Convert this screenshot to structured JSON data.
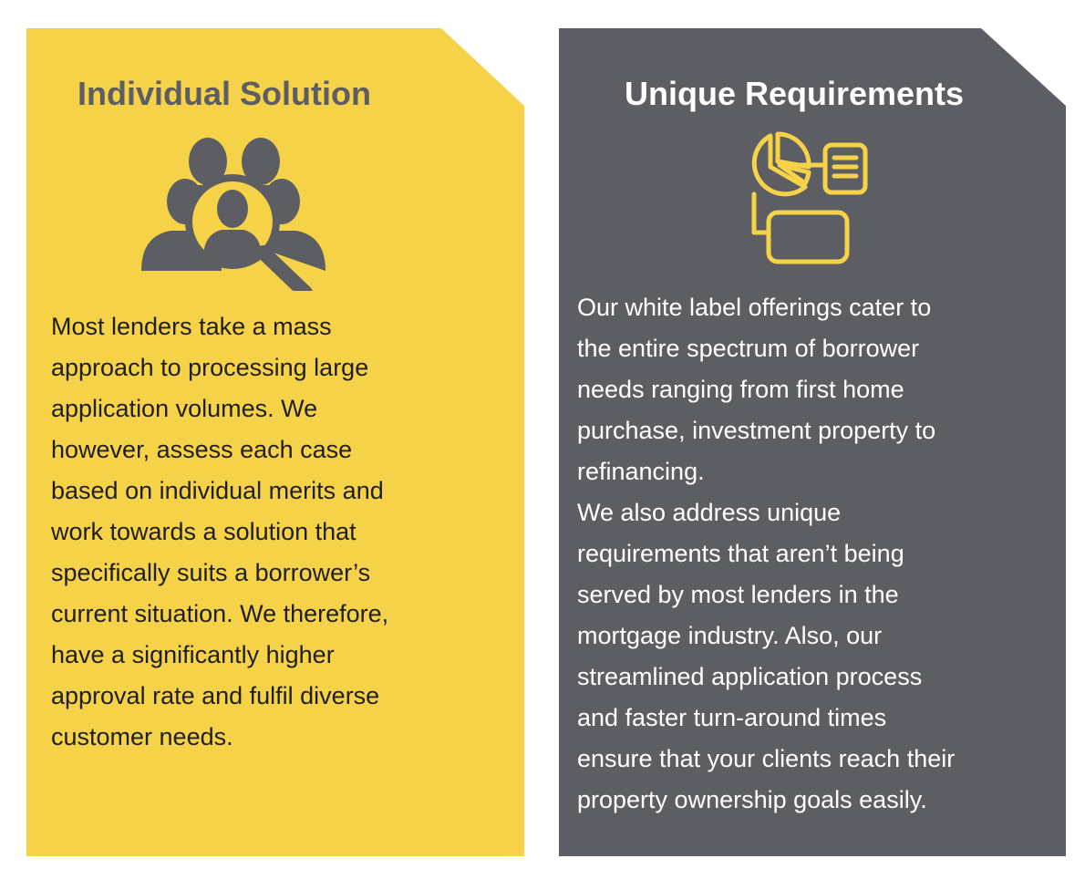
{
  "colors": {
    "yellow_panel": "#f6d248",
    "gray_panel": "#5c5e63",
    "icon_gray": "#5c5e63",
    "icon_yellow": "#f6d248"
  },
  "individual": {
    "title": "Individual Solution",
    "icon": "people-magnifier-icon",
    "lines": [
      "Most lenders take a mass",
      "approach to processing large",
      "application volumes. We",
      "however, assess each case",
      "based on individual merits and",
      "work towards a solution that",
      "specifically suits a borrower’s",
      "current situation. We therefore,",
      "have a significantly higher",
      "approval rate and fulfil diverse",
      "customer needs."
    ]
  },
  "unique": {
    "title": "Unique Requirements",
    "icon": "pie-chart-document-icon",
    "lines": [
      "Our white label offerings cater to",
      "the entire spectrum of borrower",
      "needs ranging from first home",
      "purchase, investment property to",
      "refinancing.",
      "We also address unique",
      "requirements that aren’t being",
      "served by most lenders in the",
      "mortgage industry. Also, our",
      "streamlined application process",
      "and faster turn-around times",
      "ensure that your clients reach their",
      "property ownership goals easily."
    ]
  }
}
